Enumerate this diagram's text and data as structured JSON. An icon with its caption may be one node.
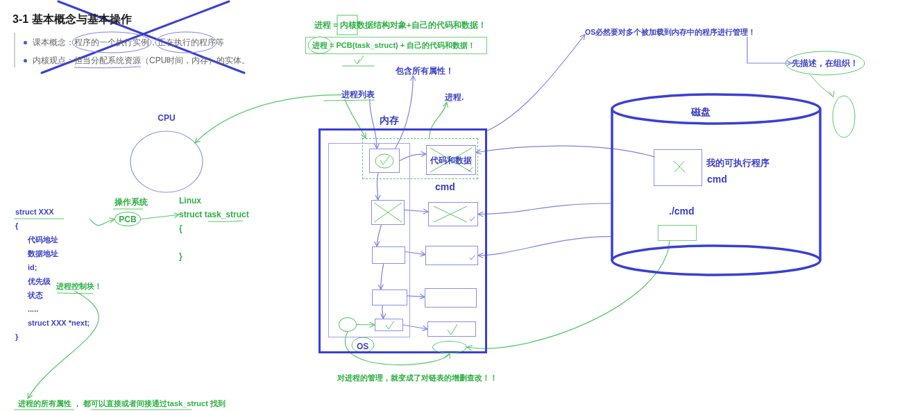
{
  "diagram": {
    "title": "3-1 基本概念与基本操作",
    "nodes": [
      {
        "text": [
          "CPU"
        ]
      },
      {
        "text": [
          "struct XXX",
          "{",
          "代码地址",
          "数据地址",
          "id;",
          "优先级",
          "状态",
          ".....",
          "struct XXX *next;",
          "}"
        ]
      },
      {
        "text": [
          "PCB"
        ],
        "beside": [
          "操作系统"
        ]
      },
      {
        "text": [
          "Linux",
          "struct task_struct",
          "{",
          "}"
        ]
      },
      {
        "text": [
          "进程控制块！"
        ]
      },
      {
        "text": [
          "进程的所有属性 ， 都可以直接或者间接通过task_struct 找到"
        ]
      },
      {
        "text": [
          "进程 = PCB(task_struct) + 自己的代码和数据！"
        ]
      },
      {
        "text": [
          "包含所有属性！"
        ]
      },
      {
        "text": [
          "进程列表"
        ]
      },
      {
        "text": [
          "进程."
        ]
      },
      {
        "text": [
          "内存"
        ]
      },
      {
        "text": [
          "OS"
        ],
        "in": 10
      },
      {
        "text": [],
        "shape": "box",
        "in": 10
      },
      {
        "text": [],
        "shape": "box"
      },
      {
        "text": [],
        "shape": "box",
        "in": 11
      },
      {
        "text": [],
        "shape": "box",
        "in": 11
      },
      {
        "text": [],
        "shape": "box",
        "in": 11
      },
      {
        "text": [],
        "shape": "box",
        "in": 11
      },
      {
        "text": [
          "代码和数据"
        ],
        "in": 12,
        "beside": [
          "cmd"
        ]
      },
      {
        "text": [],
        "shape": "box",
        "in": 10
      },
      {
        "text": [],
        "shape": "box",
        "in": 10
      },
      {
        "text": [],
        "shape": "box",
        "in": 10
      },
      {
        "text": [],
        "shape": "box",
        "in": 10
      },
      {
        "text": [
          "磁盘"
        ]
      },
      {
        "text": [],
        "shape": "box",
        "in": 23,
        "beside": [
          "我的可执行程序",
          "cmd"
        ]
      },
      {
        "text": [
          "./cmd"
        ],
        "in": 23
      },
      {
        "text": [
          "OS必然要对多个被加载到内存中的程序进行管理！"
        ]
      },
      {
        "text": [
          "先描述，在组织！"
        ]
      },
      {
        "text": [],
        "shape": "circle",
        "in": 11
      },
      {
        "text": [],
        "shape": "circle",
        "in": 10
      }
    ],
    "edges": [
      {
        "from": 8,
        "to": 0,
        "arrow": "to",
        "color": "#55c765"
      },
      {
        "from": 1,
        "to": 2,
        "arrow": "to",
        "color": "#55c765"
      },
      {
        "from": 2,
        "to": 3,
        "arrow": "to",
        "color": "#55c765"
      },
      {
        "from": 4,
        "to": 5,
        "arrow": "to",
        "color": "#55c765"
      },
      {
        "from": 8,
        "to": 12,
        "arrow": "to",
        "color": "#55c765"
      },
      {
        "from": 8,
        "to": 13,
        "arrow": "to"
      },
      {
        "from": 13,
        "to": 7,
        "arrow": "to"
      },
      {
        "from": 12,
        "to": 9,
        "arrow": "to",
        "color": "#55c765"
      },
      {
        "from": 13,
        "to": 18,
        "arrow": "to"
      },
      {
        "from": 13,
        "to": 14,
        "arrow": "to"
      },
      {
        "from": 14,
        "to": 15,
        "arrow": "to"
      },
      {
        "from": 15,
        "to": 16,
        "arrow": "to"
      },
      {
        "from": 16,
        "to": 17,
        "arrow": "to"
      },
      {
        "from": 14,
        "to": 19,
        "arrow": "to"
      },
      {
        "from": 15,
        "to": 20,
        "arrow": "to"
      },
      {
        "from": 16,
        "to": 21,
        "arrow": "to"
      },
      {
        "from": 17,
        "to": 22,
        "arrow": "to"
      },
      {
        "from": 10,
        "to": 26,
        "arrow": "to"
      },
      {
        "from": 24,
        "to": 18,
        "arrow": "to"
      },
      {
        "from": 23,
        "to": 19,
        "arrow": "to"
      },
      {
        "from": 23,
        "to": 20,
        "arrow": "to"
      },
      {
        "from": 25,
        "to": 29,
        "arrow": "to",
        "color": "#55c765"
      },
      {
        "from": 26,
        "to": 27,
        "arrow": "to"
      },
      {
        "from": 28,
        "to": 17,
        "arrow": "to",
        "color": "#55c765"
      },
      {
        "from": 28,
        "to": 29,
        "arrow": "to",
        "color": "#55c765"
      }
    ],
    "labels": [
      "课本概念：程序的一个执行实例，正在执行的程序等",
      "内核观点：担当分配系统资源（CPU时间，内存）的实体。",
      "进程 = 内核数据结构对象+自己的代码和数据！",
      "对进程的管理，就变成了对链表的增删查改！！"
    ]
  }
}
